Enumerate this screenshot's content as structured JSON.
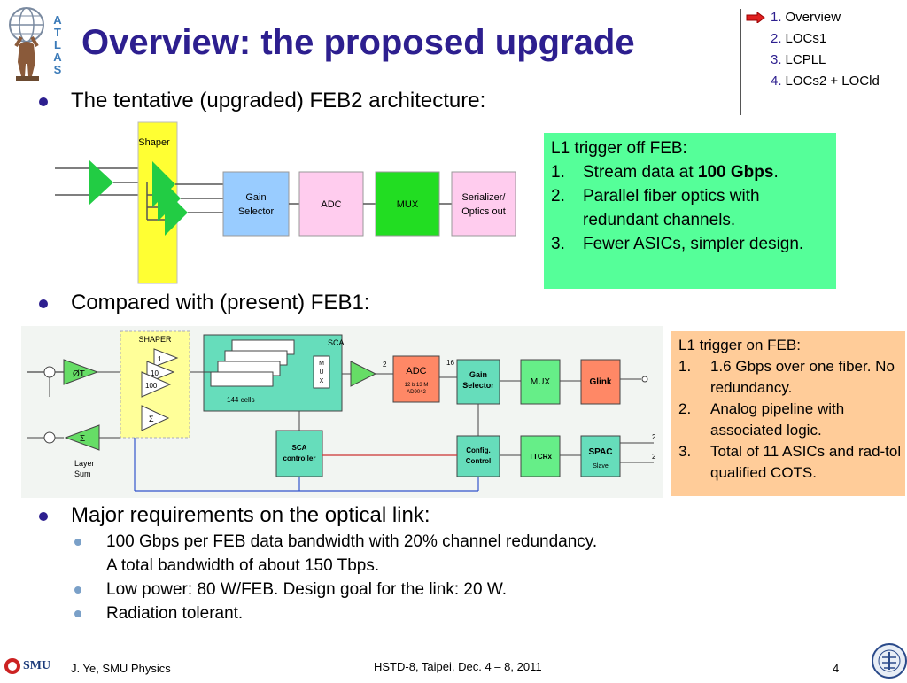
{
  "title": "Overview: the proposed upgrade",
  "logo": {
    "letters": [
      "A",
      "T",
      "L",
      "A",
      "S"
    ]
  },
  "nav": [
    {
      "num": "1.",
      "label": "Overview",
      "current": true
    },
    {
      "num": "2.",
      "label": "LOCs1",
      "current": false
    },
    {
      "num": "3.",
      "label": "LCPLL",
      "current": false
    },
    {
      "num": "4.",
      "label": "LOCs2 + LOCld",
      "current": false
    }
  ],
  "section1": {
    "heading": "The tentative (upgraded) FEB2 architecture:"
  },
  "diagram1": {
    "shaper": "Shaper",
    "gain_selector": [
      "Gain",
      "Selector"
    ],
    "adc": "ADC",
    "mux": "MUX",
    "serializer": [
      "Serializer/",
      "Optics out"
    ]
  },
  "box1": {
    "heading": "L1 trigger off FEB:",
    "items": [
      {
        "num": "1.",
        "text": "Stream data at ",
        "bold": "100 Gbps",
        "tail": "."
      },
      {
        "num": "2.",
        "text": "Parallel fiber optics with redundant channels."
      },
      {
        "num": "3.",
        "text": "Fewer ASICs, simpler design."
      }
    ]
  },
  "section2": {
    "heading": "Compared with (present) FEB1:"
  },
  "diagram2": {
    "shaper": "SHAPER",
    "gains": [
      "1",
      "10",
      "100"
    ],
    "sigma": "Σ",
    "phi": "ØT",
    "sca": "SCA",
    "mux_small": [
      "M",
      "U",
      "X"
    ],
    "cells": "144 cells",
    "adc": "ADC",
    "adc_sub": [
      "12 b 13 M",
      "AD9042"
    ],
    "gain_selector": [
      "Gain",
      "Selector"
    ],
    "mux": "MUX",
    "glink": "Glink",
    "sca_controller": [
      "SCA",
      "controller"
    ],
    "config": [
      "Config.",
      "Control"
    ],
    "ttcrx": "TTCRx",
    "spac": "SPAC",
    "spac_sub": "Slave",
    "layer_sum": [
      "Layer",
      "Sum"
    ],
    "wire_labels": [
      "2",
      "2",
      "2",
      "16"
    ]
  },
  "box2": {
    "heading": "L1 trigger on FEB:",
    "items": [
      {
        "num": "1.",
        "text": "1.6 Gbps over one fiber. No redundancy."
      },
      {
        "num": "2.",
        "text": "Analog pipeline with associated logic."
      },
      {
        "num": "3.",
        "text": "Total of 11 ASICs and rad-tol qualified COTS."
      }
    ]
  },
  "section3": {
    "heading": "Major requirements on the optical link:",
    "items": [
      {
        "line1": "100 Gbps per FEB data bandwidth with 20% channel redundancy.",
        "line2": "A total bandwidth of about 150 Tbps."
      },
      {
        "line1": "Low power: 80 W/FEB. Design goal for the link: 20 W."
      },
      {
        "line1": "Radiation tolerant."
      }
    ]
  },
  "footer": {
    "smu": "SMU",
    "author": "J. Ye, SMU Physics",
    "event": "HSTD-8, Taipei, Dec. 4 – 8, 2011",
    "page": "4"
  },
  "colors": {
    "title": "#2d1f8f",
    "box1_bg": "#55ff99",
    "box2_bg": "#ffcc99",
    "shaper": "#ffff33",
    "gain": "#99ccff",
    "adc": "#ffccee",
    "mux": "#22dd22"
  }
}
